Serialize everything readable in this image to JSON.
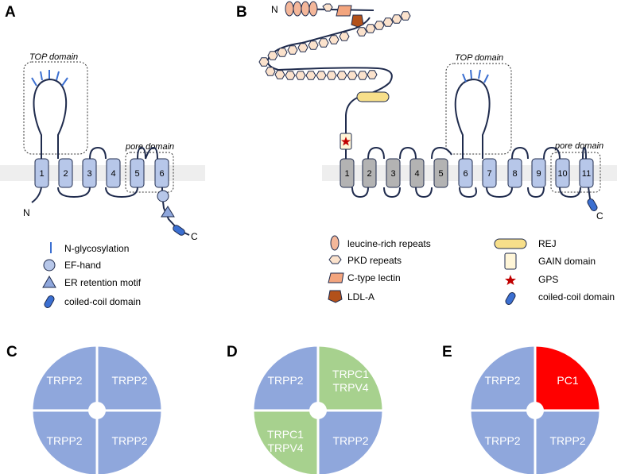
{
  "panels": {
    "a": "A",
    "b": "B",
    "c": "C",
    "d": "D",
    "e": "E"
  },
  "panel_a": {
    "top_domain": "TOP domain",
    "pore_domain": "pore domain",
    "n_term": "N",
    "c_term": "C",
    "segments": [
      "1",
      "2",
      "3",
      "4",
      "5",
      "6"
    ]
  },
  "panel_b": {
    "top_domain": "TOP domain",
    "pore_domain": "pore domain",
    "n_term": "N",
    "c_term": "C",
    "segments": [
      "1",
      "2",
      "3",
      "4",
      "5",
      "6",
      "7",
      "8",
      "9",
      "10",
      "11"
    ]
  },
  "legend_a": [
    {
      "icon": "n-glycosylation-icon",
      "label": "N-glycosylation"
    },
    {
      "icon": "ef-hand-icon",
      "label": "EF-hand"
    },
    {
      "icon": "er-retention-motif-icon",
      "label": "ER retention motif"
    },
    {
      "icon": "coiled-coil-icon",
      "label": "coiled-coil domain"
    }
  ],
  "legend_b_left": [
    {
      "icon": "leucine-rich-repeat-icon",
      "label": "leucine-rich repeats"
    },
    {
      "icon": "pkd-repeat-icon",
      "label": "PKD repeats"
    },
    {
      "icon": "c-type-lectin-icon",
      "label": "C-type lectin"
    },
    {
      "icon": "ldl-a-icon",
      "label": "LDL-A"
    }
  ],
  "legend_b_right": [
    {
      "icon": "rej-icon",
      "label": "REJ"
    },
    {
      "icon": "gain-domain-icon",
      "label": "GAIN domain"
    },
    {
      "icon": "gps-icon",
      "label": "GPS"
    },
    {
      "icon": "coiled-coil-icon",
      "label": "coiled-coil domain"
    }
  ],
  "complexes": {
    "c": {
      "top_left": "TRPP2",
      "top_right": "TRPP2",
      "bottom_left": "TRPP2",
      "bottom_right": "TRPP2"
    },
    "d": {
      "top_left": "TRPP2",
      "top_right": "TRPC1\nTRPV4",
      "bottom_left": "TRPC1\nTRPV4",
      "bottom_right": "TRPP2"
    },
    "e": {
      "top_left": "TRPP2",
      "top_right": "PC1",
      "bottom_left": "TRPP2",
      "bottom_right": "TRPP2"
    }
  },
  "colors": {
    "segment_blue": "#b7c7e9",
    "segment_gray": "#b3b3b3",
    "quadrant_blue": "#8fa7dc",
    "quadrant_green": "#a7d18e",
    "quadrant_red": "#ff0000",
    "membrane": "#eeeeee",
    "line": "#1f2b4d",
    "glyco": "#3b6fd1",
    "lrr": "#f4b79a",
    "pkd": "#fbe2cc",
    "lectin": "#f3a57e",
    "ldl": "#b3511a",
    "rej": "#f7df8a",
    "gain": "#fff6d8",
    "gps": "#c00000"
  }
}
